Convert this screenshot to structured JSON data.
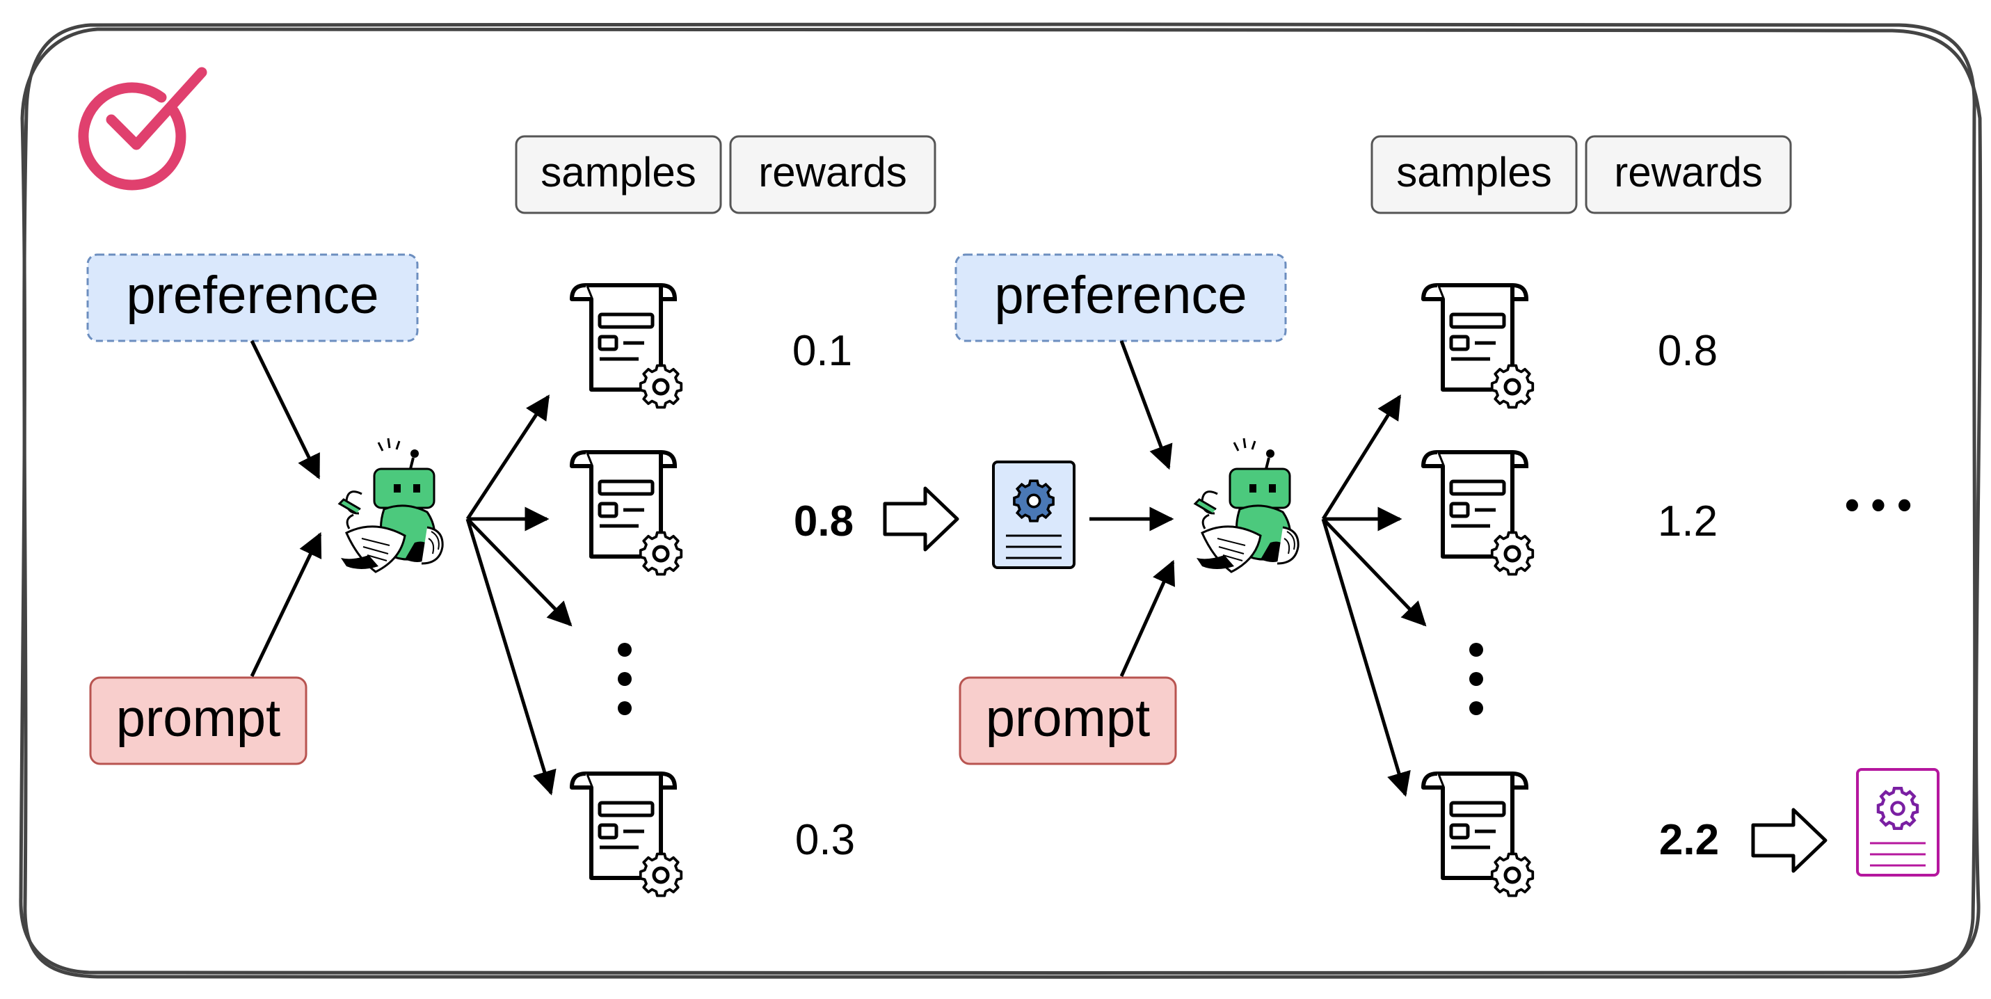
{
  "round1": {
    "header": {
      "samples": "samples",
      "rewards": "rewards"
    },
    "preference": "preference",
    "prompt": "prompt",
    "rewards": [
      "0.1",
      "0.8",
      "0.3"
    ],
    "best": "0.8"
  },
  "round2": {
    "header": {
      "samples": "samples",
      "rewards": "rewards"
    },
    "preference": "preference",
    "prompt": "prompt",
    "rewards": [
      "0.8",
      "1.2",
      "2.2"
    ],
    "best": "2.2",
    "continuation": "• • •"
  },
  "colors": {
    "check": "#e0406e",
    "preference_fill": "#dae8fc",
    "preference_stroke": "#6c8ebf",
    "prompt_fill": "#f8cecc",
    "prompt_stroke": "#b85450",
    "robot": "#4cc97d",
    "config_doc": "#4a78b5",
    "final_doc": "#b5179e"
  }
}
